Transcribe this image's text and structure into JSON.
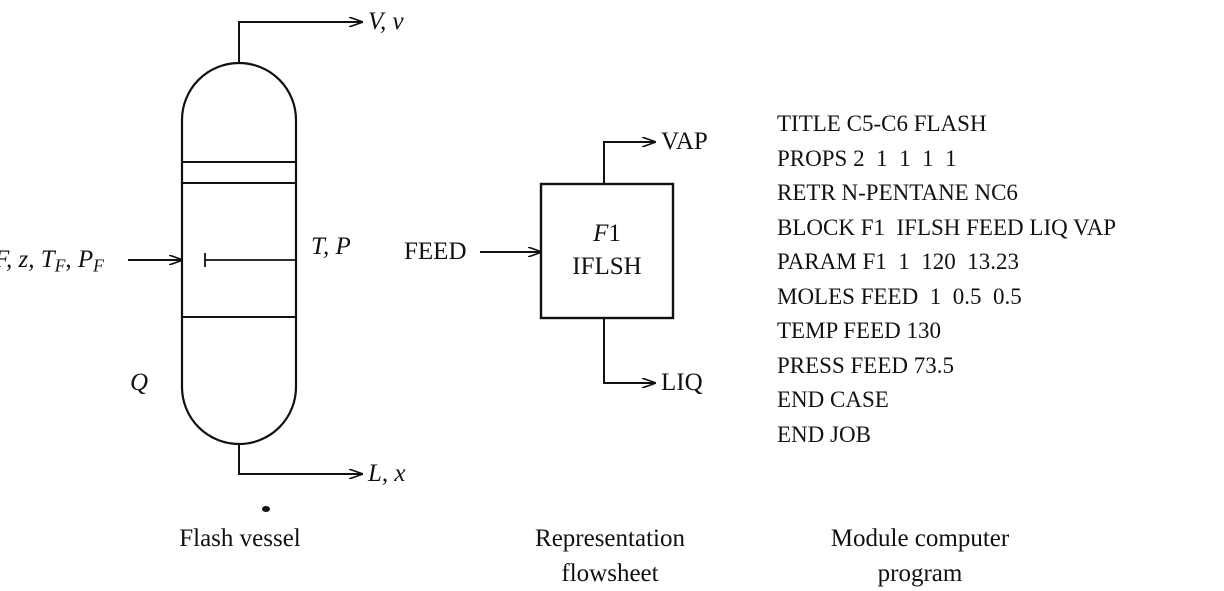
{
  "vessel": {
    "label_vapor_out": "V, v",
    "label_liquid_out": "L, x",
    "label_feed_var": "F, z, ",
    "label_feed_T": "T",
    "label_feed_T_sub": "F",
    "label_feed_P": "P",
    "label_feed_P_sub": "F",
    "label_state": "T, P",
    "label_heat": "Q",
    "caption": "Flash vessel"
  },
  "flowsheet": {
    "vap_label": "VAP",
    "liq_label": "LIQ",
    "feed_label": "FEED",
    "block_id": "F1",
    "block_type": "IFLSH",
    "caption_line1": "Representation",
    "caption_line2": "flowsheet"
  },
  "program": {
    "lines": [
      "TITLE C5-C6 FLASH",
      "PROPS 2  1  1  1  1",
      "RETR N-PENTANE NC6",
      "BLOCK F1  IFLSH FEED LIQ VAP",
      "PARAM F1  1  120  13.23",
      "MOLES FEED  1  0.5  0.5",
      "TEMP FEED 130",
      "PRESS FEED 73.5",
      "END CASE",
      "END JOB"
    ],
    "caption_line1": "Module computer",
    "caption_line2": "program"
  }
}
